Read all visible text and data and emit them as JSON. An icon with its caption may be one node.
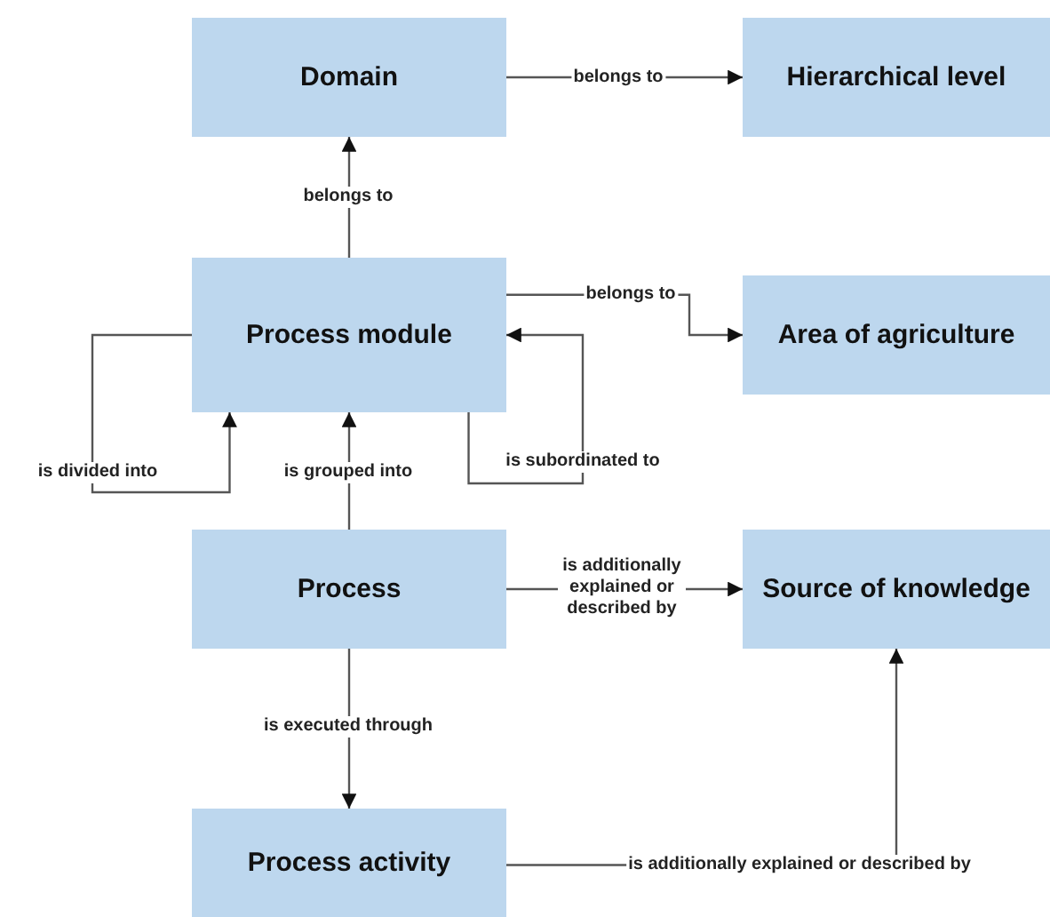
{
  "diagram": {
    "nodes": [
      {
        "text": [
          "Domain"
        ]
      },
      {
        "text": [
          "Hierarchical level"
        ]
      },
      {
        "text": [
          "Process module"
        ]
      },
      {
        "text": [
          "Area of agriculture"
        ]
      },
      {
        "text": [
          "Process"
        ]
      },
      {
        "text": [
          "Source of knowledge"
        ]
      },
      {
        "text": [
          "Process activity"
        ]
      }
    ],
    "edges": [
      {
        "from": 2,
        "to": 0,
        "arrow": "to",
        "label": "belongs to"
      },
      {
        "from": 0,
        "to": 1,
        "arrow": "to",
        "label": "belongs to"
      },
      {
        "from": 2,
        "to": 3,
        "arrow": "to",
        "label": "belongs to"
      },
      {
        "from": 2,
        "to": 2,
        "arrow": "to",
        "label": "is divided into"
      },
      {
        "from": 2,
        "to": 2,
        "arrow": "to",
        "label": "is subordinated to"
      },
      {
        "from": 4,
        "to": 2,
        "arrow": "to",
        "label": "is grouped into"
      },
      {
        "from": 4,
        "to": 5,
        "arrow": "to",
        "label": "is additionally explained or described by"
      },
      {
        "from": 4,
        "to": 6,
        "arrow": "to",
        "label": "is executed through"
      },
      {
        "from": 6,
        "to": 5,
        "arrow": "to",
        "label": "is additionally explained or described by"
      }
    ]
  }
}
